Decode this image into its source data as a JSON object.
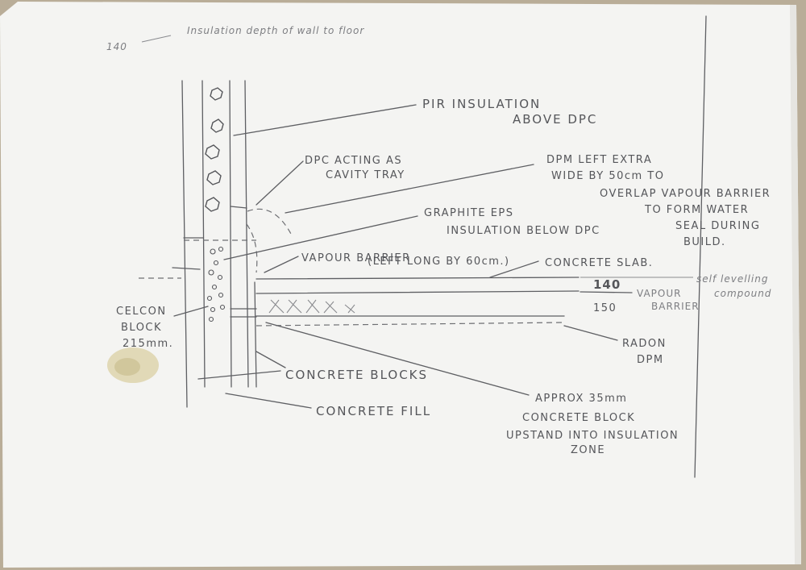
{
  "top_note": {
    "number": "140",
    "text": "Insulation depth of wall to floor"
  },
  "labels": {
    "pir": [
      "PIR INSULATION",
      "ABOVE DPC"
    ],
    "dpc": [
      "DPC ACTING AS",
      "CAVITY TRAY"
    ],
    "dpm": [
      "DPM LEFT EXTRA",
      "WIDE BY 50cm TO",
      "OVERLAP VAPOUR BARRIER",
      "TO FORM WATER",
      "SEAL DURING",
      "BUILD."
    ],
    "graphite": [
      "GRAPHITE EPS",
      "INSULATION BELOW DPC"
    ],
    "vapour_left": [
      "VAPOUR BARRIER",
      "(LEFT LONG BY 60cm.)"
    ],
    "concrete_slab": "CONCRETE SLAB.",
    "self_levelling": [
      "self levelling",
      "compound"
    ],
    "dim_top": "140",
    "dim_bottom": "150",
    "vapour_right": [
      "VAPOUR",
      "BARRIER"
    ],
    "celcon": [
      "CELCON",
      "BLOCK",
      "215mm."
    ],
    "radon": [
      "RADON",
      "DPM"
    ],
    "concrete_blocks": "CONCRETE BLOCKS",
    "concrete_fill": "CONCRETE FILL",
    "approx": [
      "APPROX 35mm",
      "CONCRETE BLOCK",
      "UPSTAND INTO INSULATION",
      "ZONE"
    ]
  },
  "colors": {
    "paper": "#f4f4f2",
    "pencil": "#55565a",
    "background": "#b9ad98",
    "stain": "#d8cfa6"
  }
}
